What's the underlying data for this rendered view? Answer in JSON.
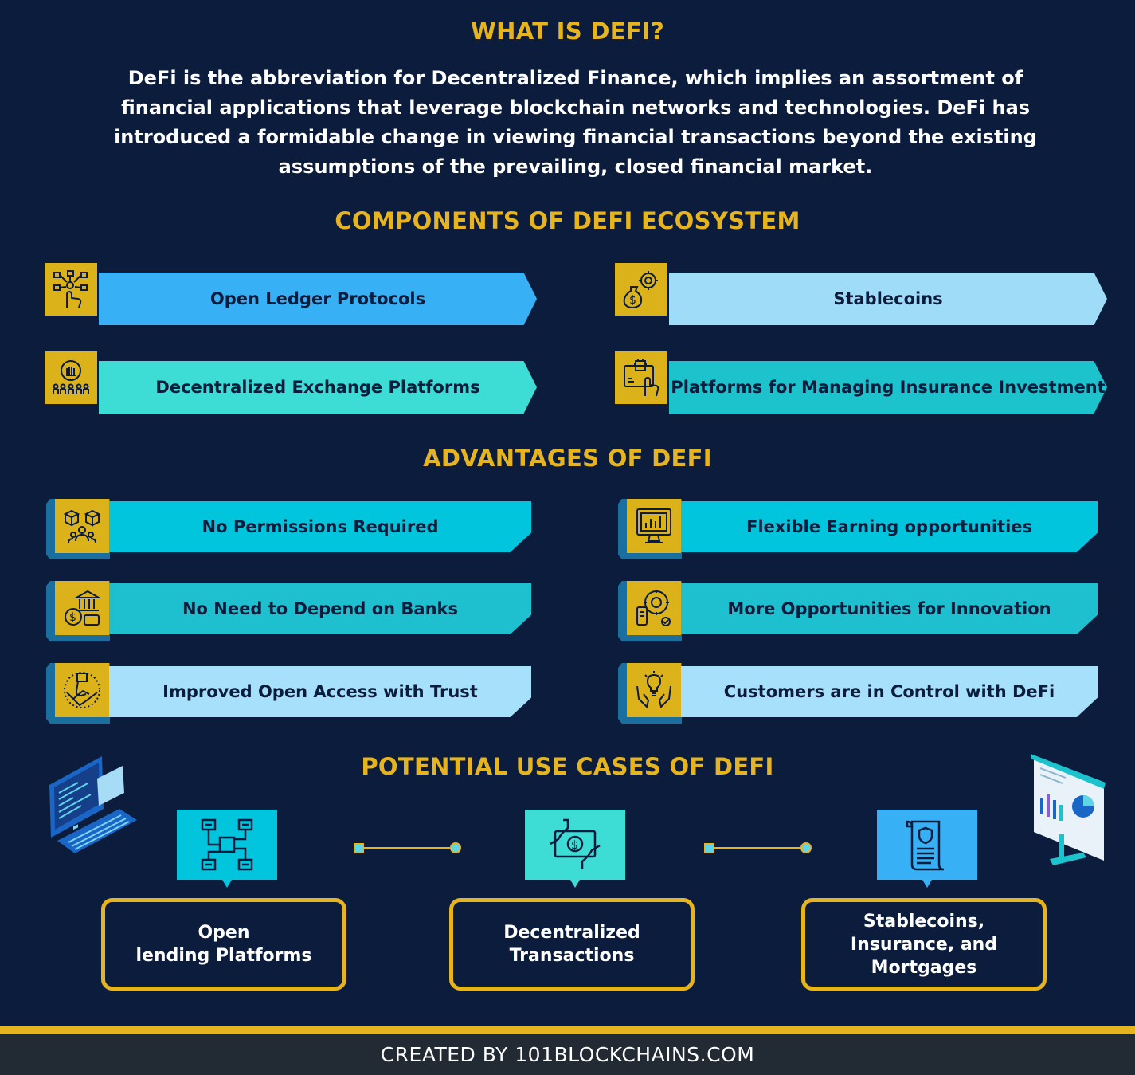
{
  "what_is": {
    "heading": "WHAT IS DEFI?",
    "text": "DeFi is the abbreviation for Decentralized Finance, which implies an assortment of financial applications that leverage blockchain networks and technologies. DeFi has introduced a formidable change in viewing financial transactions beyond the existing assumptions of the prevailing, closed financial market."
  },
  "components": {
    "heading": "COMPONENTS OF DEFI ECOSYSTEM",
    "items": [
      {
        "label": "Open Ledger Protocols",
        "icon": "hand-network-icon",
        "color": "#38b0f5"
      },
      {
        "label": "Stablecoins",
        "icon": "money-bag-gear-icon",
        "color": "#9fdcf8"
      },
      {
        "label": "Decentralized Exchange Platforms",
        "icon": "fist-people-icon",
        "color": "#3dddd6"
      },
      {
        "label": "Platforms for Managing Insurance Investment",
        "icon": "chip-touch-icon",
        "color": "#1cc3cc"
      }
    ]
  },
  "advantages": {
    "heading": "ADVANTAGES OF DEFI",
    "items": [
      {
        "label": "No Permissions Required",
        "icon": "cubes-people-icon",
        "color": "#00c5dd"
      },
      {
        "label": "Flexible Earning opportunities",
        "icon": "monitor-chart-icon",
        "color": "#00c5dd"
      },
      {
        "label": "No Need to Depend on Banks",
        "icon": "bank-coin-icon",
        "color": "#1ebfcf"
      },
      {
        "label": "More Opportunities for Innovation",
        "icon": "gear-innovation-icon",
        "color": "#1ebfcf"
      },
      {
        "label": "Improved Open Access with Trust",
        "icon": "handshake-icon",
        "color": "#a6e0fa"
      },
      {
        "label": "Customers are in Control with DeFi",
        "icon": "hands-bulb-icon",
        "color": "#a6e0fa"
      }
    ]
  },
  "use_cases": {
    "heading": "POTENTIAL USE CASES OF DEFI",
    "items": [
      {
        "label": "Open\nlending Platforms",
        "icon": "network-blocks-icon",
        "color": "#00c5dd"
      },
      {
        "label": "Decentralized\nTransactions",
        "icon": "cash-exchange-icon",
        "color": "#3dddd6"
      },
      {
        "label": "Stablecoins,\nInsurance, and\nMortgages",
        "icon": "document-shield-icon",
        "color": "#38b0f5"
      }
    ]
  },
  "footer": {
    "text": "CREATED BY 101BLOCKCHAINS.COM"
  }
}
